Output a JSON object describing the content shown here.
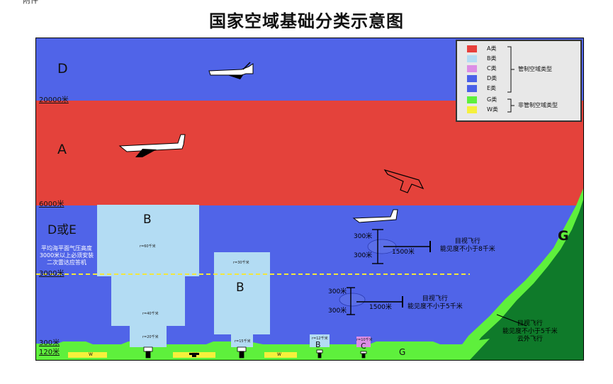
{
  "page": {
    "title": "国家空域基础分类示意图",
    "corner_text": "附件"
  },
  "zones": {
    "d_top": "D",
    "a": "A",
    "d_or_e": "D或E",
    "b_large": "B",
    "b_medium": "B",
    "b_small": "B",
    "c_small": "C",
    "g_ground": "G",
    "g_right": "G",
    "w1": "W",
    "w2": "W",
    "w3": "W"
  },
  "altitudes": {
    "a20000": "20000米",
    "a6000": "6000米",
    "a3000": "3000米",
    "a300": "300米",
    "a120": "120米"
  },
  "radius_labels": {
    "r60": "r=60千米",
    "r40": "r=40千米",
    "r20": "r=20千米",
    "r30": "r=30千米",
    "r15": "r=15千米",
    "r12": "r=12千米",
    "r10": "r=10千米"
  },
  "notes": {
    "radar_line1": "平均海平面气压高度",
    "radar_line2": "3000米以上必须安装",
    "radar_line3": "二次雷达应答机"
  },
  "vfr_upper": {
    "above": "300米",
    "below": "300米",
    "horizontal": "1500米",
    "text_line1": "目视飞行",
    "text_line2": "能见度不小于8千米"
  },
  "vfr_lower": {
    "above": "300米",
    "below": "300米",
    "horizontal": "1500米",
    "text_line1": "目视飞行",
    "text_line2": "能见度不小于5千米"
  },
  "vfr_g": {
    "line1": "目视飞行",
    "line2": "能见度不小于5千米",
    "line3": "云外飞行"
  },
  "legend": {
    "items": [
      {
        "label": "A类",
        "color": "#e8403c"
      },
      {
        "label": "B类",
        "color": "#b3dcf3"
      },
      {
        "label": "C类",
        "color": "#dc8ee6"
      },
      {
        "label": "D类",
        "color": "#4a60e8"
      },
      {
        "label": "E类",
        "color": "#4a60e8"
      },
      {
        "label": "G类",
        "color": "#5ef03c"
      },
      {
        "label": "W类",
        "color": "#f5f03c"
      }
    ],
    "controlled_label": "管制空域类型",
    "uncontrolled_label": "非管制空域类型"
  },
  "colors": {
    "class_d": "#5064e8",
    "class_a": "#e4423b",
    "class_b": "#b3dcf3",
    "class_c": "#dc8ee6",
    "class_g": "#5ef03c",
    "class_g_dark": "#0f7a2a",
    "class_w": "#f5f03c",
    "dashed_line": "#f2e63c"
  }
}
